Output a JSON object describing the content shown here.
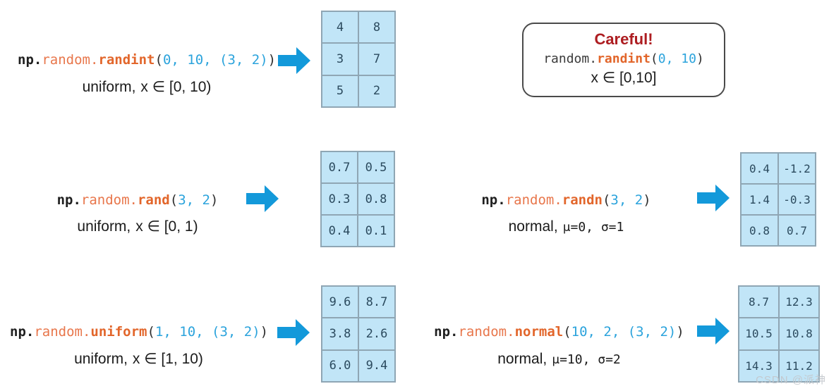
{
  "careful": {
    "title": "Careful!",
    "code": {
      "mod": "random.",
      "fn": "randint",
      "o1": "(",
      "n1": "0, 10",
      "c1": ")"
    },
    "range": "x ∈ [0,10]"
  },
  "sections": [
    {
      "name": "randint",
      "code": {
        "pre": "np.",
        "mod": "random.",
        "fn": "randint",
        "o1": "(",
        "n1": "0, 10, (3, 2)",
        "c1": ")"
      },
      "sub": {
        "text": "uniform,",
        "math": "x ∈ [0, 10)"
      },
      "matrix": [
        [
          "4",
          "8"
        ],
        [
          "3",
          "7"
        ],
        [
          "5",
          "2"
        ]
      ]
    },
    {
      "name": "rand",
      "code": {
        "pre": "np.",
        "mod": "random.",
        "fn": "rand",
        "o1": "(",
        "n1": "3, 2",
        "c1": ")"
      },
      "sub": {
        "text": "uniform,",
        "math": "x ∈ [0, 1)"
      },
      "matrix": [
        [
          "0.7",
          "0.5"
        ],
        [
          "0.3",
          "0.8"
        ],
        [
          "0.4",
          "0.1"
        ]
      ]
    },
    {
      "name": "randn",
      "code": {
        "pre": "np.",
        "mod": "random.",
        "fn": "randn",
        "o1": "(",
        "n1": "3, 2",
        "c1": ")"
      },
      "sub": {
        "text": "normal,",
        "math": "μ=0, σ=1"
      },
      "matrix": [
        [
          "0.4",
          "-1.2"
        ],
        [
          "1.4",
          "-0.3"
        ],
        [
          "0.8",
          "0.7"
        ]
      ]
    },
    {
      "name": "uniform",
      "code": {
        "pre": "np.",
        "mod": "random.",
        "fn": "uniform",
        "o1": "(",
        "n1": "1, 10, (3, 2)",
        "c1": ")"
      },
      "sub": {
        "text": "uniform,",
        "math": "x ∈ [1, 10)"
      },
      "matrix": [
        [
          "9.6",
          "8.7"
        ],
        [
          "3.8",
          "2.6"
        ],
        [
          "6.0",
          "9.4"
        ]
      ]
    },
    {
      "name": "normal",
      "code": {
        "pre": "np.",
        "mod": "random.",
        "fn": "normal",
        "o1": "(",
        "n1": "10, 2, (3, 2)",
        "c1": ")"
      },
      "sub": {
        "text": "normal,",
        "math": "μ=10, σ=2"
      },
      "matrix": [
        [
          "8.7",
          "12.3"
        ],
        [
          "10.5",
          "10.8"
        ],
        [
          "14.3",
          "11.2"
        ]
      ]
    }
  ],
  "colors": {
    "arrow": "#1399da",
    "cell_bg": "#c1e5f7",
    "cell_border": "#8fa6b4",
    "cell_text": "#2b4a5e",
    "code_module": "#e8764b",
    "code_function": "#e2662b",
    "code_number": "#2ba3dc",
    "careful_red": "#ad1d21"
  },
  "watermark": "CSDN @派神"
}
